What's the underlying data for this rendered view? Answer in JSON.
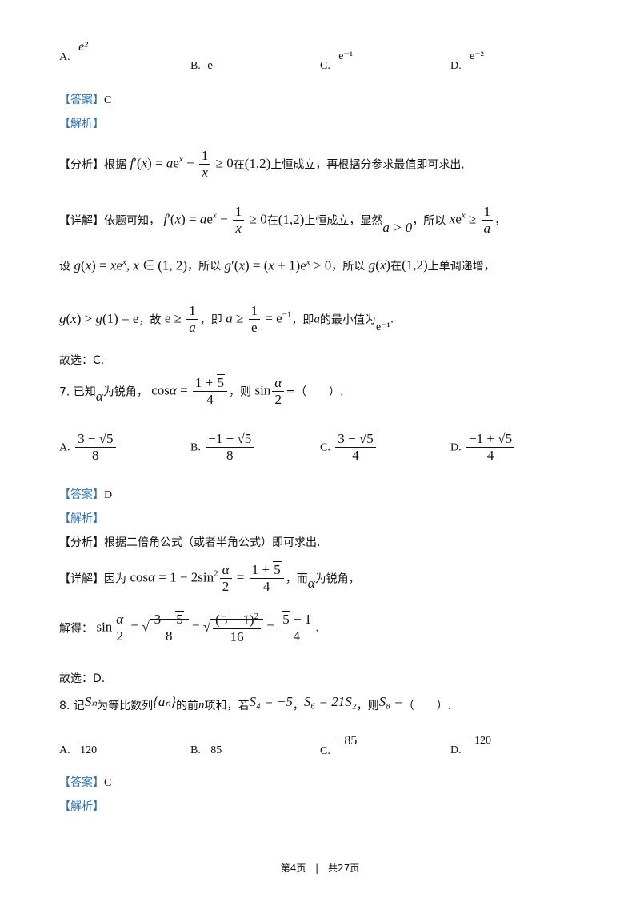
{
  "q6_options": {
    "a_label": "A.",
    "a_value": "e²",
    "b_label": "B.",
    "b_value": "e",
    "c_label": "C.",
    "c_value": "e⁻¹",
    "d_label": "D.",
    "d_value": "e⁻²"
  },
  "q6_answer": {
    "tag": "【答案】",
    "value": "C"
  },
  "q6_analysis_tag": "【解析】",
  "q6_fenxi": {
    "tag": "【分析】",
    "pre": "根据",
    "math": "f′(x) = ae^x − 1/x ≥ 0",
    "mid": "在",
    "interval": "(1,2)",
    "post": "上恒成立，再根据分参求最值即可求出."
  },
  "q6_detail": {
    "tag": "【详解】",
    "line1_pre": "依题可知，",
    "line1_mid": "在",
    "line1_interval": "(1,2)",
    "line1_post1": "上恒成立，显然",
    "line1_cond": "a > 0",
    "line1_post2": "，所以",
    "line1_end": "，",
    "line2_pre": "设",
    "line2_mid1": "，所以",
    "line2_mid2": "，所以",
    "line2_mid3": "在",
    "line2_interval": "(1,2)",
    "line2_post": "上单调递增，",
    "line3_mid1": "，故",
    "line3_mid2": "，即",
    "line3_mid3": "，即",
    "line3_a": "a",
    "line3_mid4": "的最小值为",
    "line3_val": "e⁻¹",
    "line3_end": "."
  },
  "q6_choice": "故选：C.",
  "q7": {
    "number": "7. 已知",
    "alpha": "α",
    "stem1": "为锐角，",
    "stem2": "，则",
    "stem3": "=（　　）.",
    "options": [
      {
        "label": "A.",
        "num": "3 − √5",
        "den": "8"
      },
      {
        "label": "B.",
        "num": "−1 + √5",
        "den": "8"
      },
      {
        "label": "C.",
        "num": "3 − √5",
        "den": "4"
      },
      {
        "label": "D.",
        "num": "−1 + √5",
        "den": "4"
      }
    ]
  },
  "q7_answer": {
    "tag": "【答案】",
    "value": "D"
  },
  "q7_analysis_tag": "【解析】",
  "q7_fenxi": {
    "tag": "【分析】",
    "text": "根据二倍角公式（或者半角公式）即可求出."
  },
  "q7_detail": {
    "tag": "【详解】",
    "pre": "因为",
    "mid": "，而",
    "alpha": "α",
    "post": "为锐角，",
    "solve": "解得：",
    "end": "."
  },
  "q7_choice": "故选：D.",
  "q8": {
    "number": "8. 记",
    "sn": "Sₙ",
    "t1": "为等比数列",
    "an": "{aₙ}",
    "t2": "的前",
    "n": "n",
    "t3": "项和，若",
    "s4": "S₄ = −5",
    "comma": "，",
    "s6": "S₆ = 21S₂",
    "t4": "，则",
    "s8": "S₈ =",
    "t5": "（　　）.",
    "options": [
      {
        "label": "A.",
        "value": "120"
      },
      {
        "label": "B.",
        "value": "85"
      },
      {
        "label": "C.",
        "value": "−85"
      },
      {
        "label": "D.",
        "value": "−120"
      }
    ]
  },
  "q8_answer": {
    "tag": "【答案】",
    "value": "C"
  },
  "q8_analysis_tag": "【解析】",
  "footer": {
    "page": "第4页",
    "sep": "|",
    "total": "共27页"
  }
}
